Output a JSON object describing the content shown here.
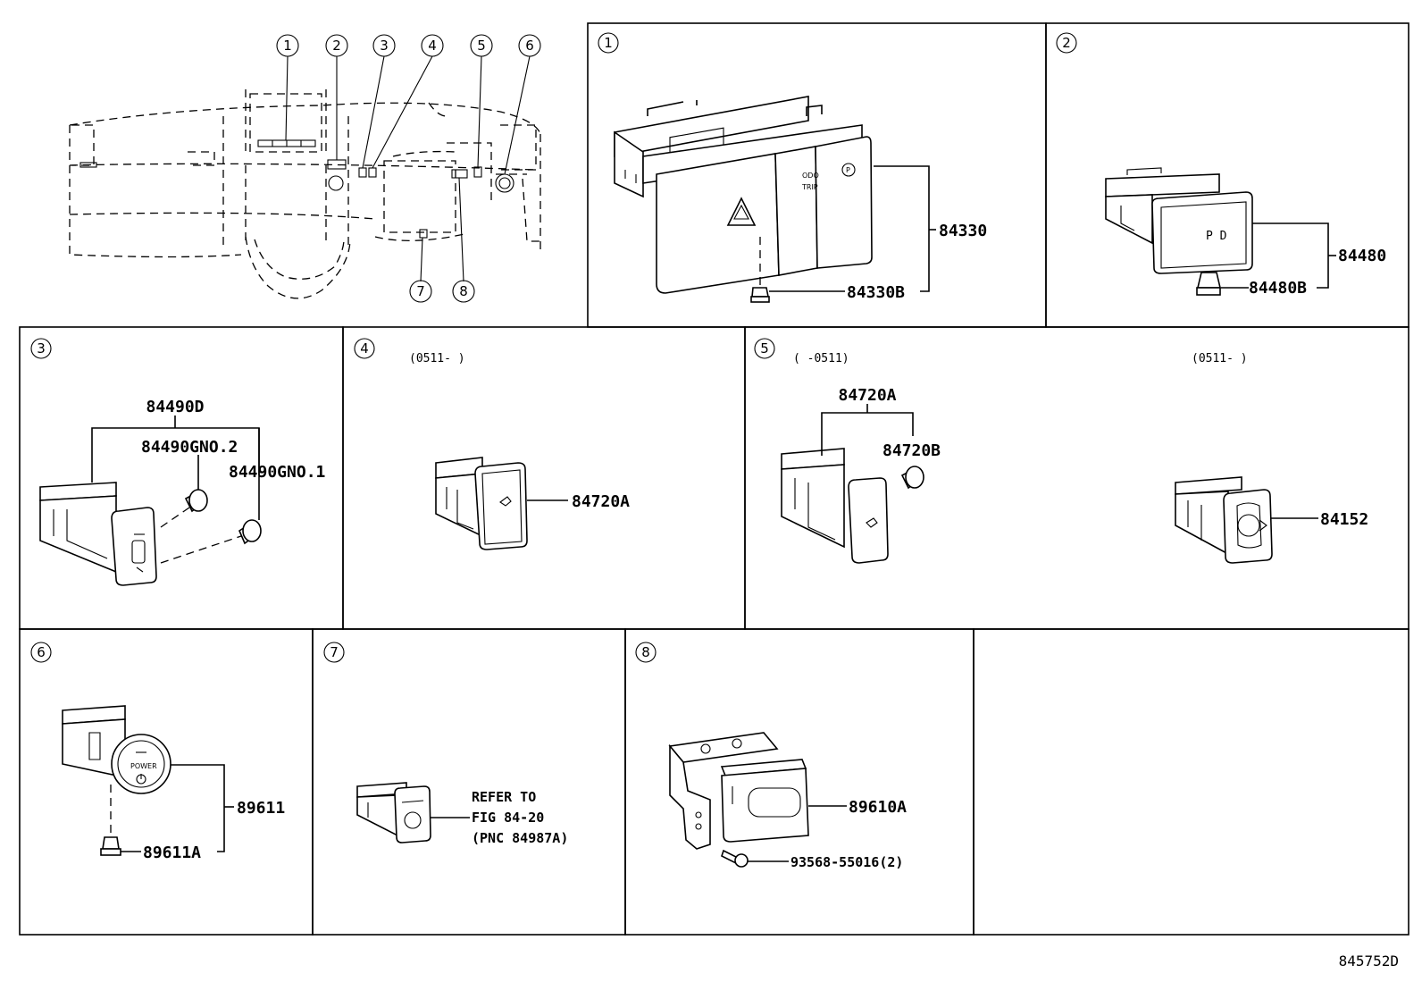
{
  "diagram_id": "845752D",
  "overview_callouts": [
    "1",
    "2",
    "3",
    "4",
    "5",
    "6",
    "7",
    "8"
  ],
  "panels": [
    {
      "num": "1",
      "parts": [
        {
          "code": "84330"
        },
        {
          "code": "84330B"
        }
      ]
    },
    {
      "num": "2",
      "parts": [
        {
          "code": "84480"
        },
        {
          "code": "84480B"
        }
      ]
    },
    {
      "num": "3",
      "parts": [
        {
          "code": "84490D"
        },
        {
          "code": "84490GNO.2"
        },
        {
          "code": "84490GNO.1"
        }
      ]
    },
    {
      "num": "4",
      "date_range": "(0511-      )",
      "parts": [
        {
          "code": "84720A"
        }
      ]
    },
    {
      "num": "5",
      "date_range_left": "(      -0511)",
      "date_range_right": "(0511-      )",
      "parts": [
        {
          "code": "84720A"
        },
        {
          "code": "84720B"
        },
        {
          "code": "84152"
        }
      ]
    },
    {
      "num": "6",
      "parts": [
        {
          "code": "89611"
        },
        {
          "code": "89611A"
        }
      ]
    },
    {
      "num": "7",
      "note": [
        "REFER TO",
        "FIG 84-20",
        "(PNC 84987A)"
      ]
    },
    {
      "num": "8",
      "parts": [
        {
          "code": "89610A"
        },
        {
          "code": "93568-55016(2)"
        }
      ]
    }
  ],
  "switch_text": {
    "odo": "ODO",
    "trip": "TRIP",
    "p_mark": "P",
    "pd": "P D",
    "power": "POWER"
  }
}
